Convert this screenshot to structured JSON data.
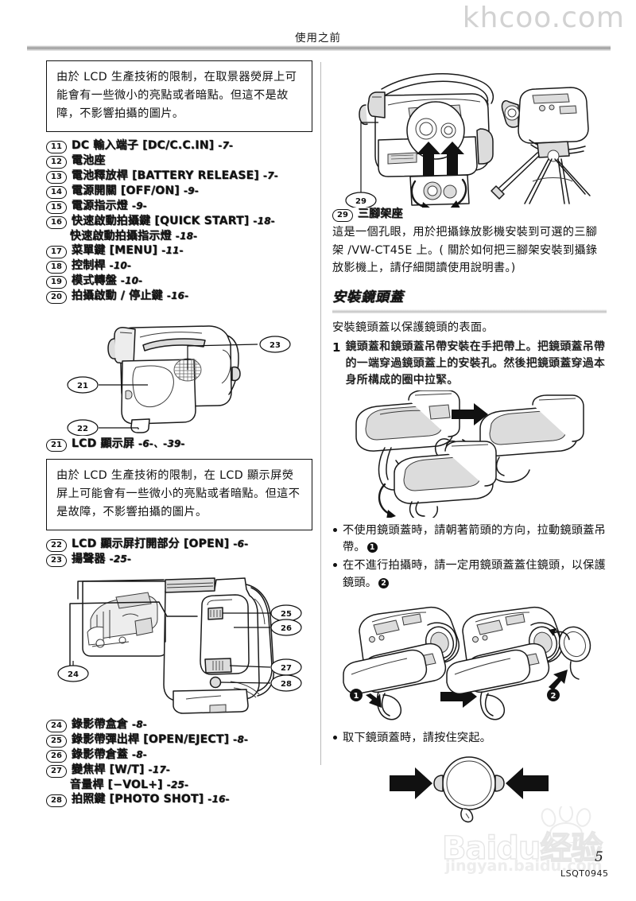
{
  "page": {
    "header_title": "使用之前",
    "page_number": "5",
    "doc_code": "LSQT0945",
    "watermark_top": "khcoo.com",
    "watermark_bottom_brand": "Baidu",
    "watermark_bottom_cn": "经验",
    "watermark_bottom_url": "jingyan.baidu.com"
  },
  "left": {
    "note_vf": "由於 LCD 生產技術的限制，在取景器熒屏上可能會有一些微小的亮點或者暗點。但這不是故障，不影響拍攝的圖片。",
    "parts_top": [
      {
        "num": "11",
        "label": "DC 輸入端子 [DC/C.C.IN]",
        "page": "-7-"
      },
      {
        "num": "12",
        "label": "電池座",
        "page": ""
      },
      {
        "num": "13",
        "label": "電池釋放桿 [BATTERY RELEASE]",
        "page": "-7-"
      },
      {
        "num": "14",
        "label": "電源開關 [OFF/ON]",
        "page": "-9-"
      },
      {
        "num": "15",
        "label": "電源指示燈",
        "page": "-9-"
      },
      {
        "num": "16",
        "label": "快速啟動拍攝鍵 [QUICK START]",
        "page": "-18-",
        "sub_label": "快速啟動拍攝指示燈",
        "sub_page": "-18-"
      },
      {
        "num": "17",
        "label": "菜單鍵 [MENU]",
        "page": "-11-"
      },
      {
        "num": "18",
        "label": "控制桿",
        "page": "-10-"
      },
      {
        "num": "19",
        "label": "模式轉盤",
        "page": "-10-"
      },
      {
        "num": "20",
        "label": "拍攝啟動 / 停止鍵",
        "page": "-16-"
      }
    ],
    "figure_lcd": {
      "name": "lcd-monitor-side-view",
      "callouts": [
        "21",
        "22",
        "23"
      ]
    },
    "part_21": {
      "num": "21",
      "label": "LCD 顯示屏",
      "page": "-6-、-39-"
    },
    "note_lcd": "由於 LCD 生產技術的限制，在 LCD 顯示屏熒屏上可能會有一些微小的亮點或者暗點。但這不是故障，不影響拍攝的圖片。",
    "parts_mid": [
      {
        "num": "22",
        "label": "LCD 顯示屏打開部分 [OPEN]",
        "page": "-6-"
      },
      {
        "num": "23",
        "label": "揚聲器",
        "page": "-25-"
      }
    ],
    "figure_cassette": {
      "name": "cassette-compartment-view",
      "callouts": [
        "24",
        "25",
        "26",
        "27",
        "28"
      ]
    },
    "parts_bottom": [
      {
        "num": "24",
        "label": "錄影帶盒倉",
        "page": "-8-"
      },
      {
        "num": "25",
        "label": "錄影帶彈出桿 [OPEN/EJECT]",
        "page": "-8-"
      },
      {
        "num": "26",
        "label": "錄影帶倉蓋",
        "page": "-8-"
      },
      {
        "num": "27",
        "label": "變焦桿 [W/T]",
        "page": "-17-",
        "sub_label": "音量桿 [−VOL+]",
        "sub_page": "-25-"
      },
      {
        "num": "28",
        "label": "拍照鍵 [PHOTO SHOT]",
        "page": "-16-"
      }
    ]
  },
  "right": {
    "figure_tripod": {
      "name": "tripod-receptacle-view",
      "callouts": [
        "29"
      ]
    },
    "part_29": {
      "num": "29",
      "label": "三腳架座"
    },
    "part_29_desc": "這是一個孔眼，用於把攝錄放影機安裝到可選的三腳架 /VW-CT45E 上。( 關於如何把三腳架安裝到攝錄放影機上，請仔細閱讀使用說明書。)",
    "section_heading": "安裝鏡頭蓋",
    "section_intro": "安裝鏡頭蓋以保護鏡頭的表面。",
    "step_1_num": "1",
    "step_1_text": "鏡頭蓋和鏡頭蓋吊帶安裝在手把帶上。把鏡頭蓋吊帶的一端穿過鏡頭蓋上的安裝孔。然後把鏡頭蓋穿過本身所構成的圈中拉緊。",
    "figure_capstrap": {
      "name": "lens-cap-strap-attach-steps"
    },
    "bullets": [
      {
        "text": "不使用鏡頭蓋時，請朝著箭頭的方向，拉動鏡頭蓋吊帶。",
        "marker": "1"
      },
      {
        "text": "在不進行拍攝時，請一定用鏡頭蓋蓋住鏡頭，以保護鏡頭。",
        "marker": "2"
      }
    ],
    "figure_camera_pair": {
      "name": "lens-cap-on-off-illustration",
      "markers": [
        "1",
        "2"
      ]
    },
    "bullet_last": {
      "text": "取下鏡頭蓋時，請按住突起。",
      "marker": ""
    },
    "figure_cap_front": {
      "name": "lens-cap-front-press-tabs"
    }
  }
}
